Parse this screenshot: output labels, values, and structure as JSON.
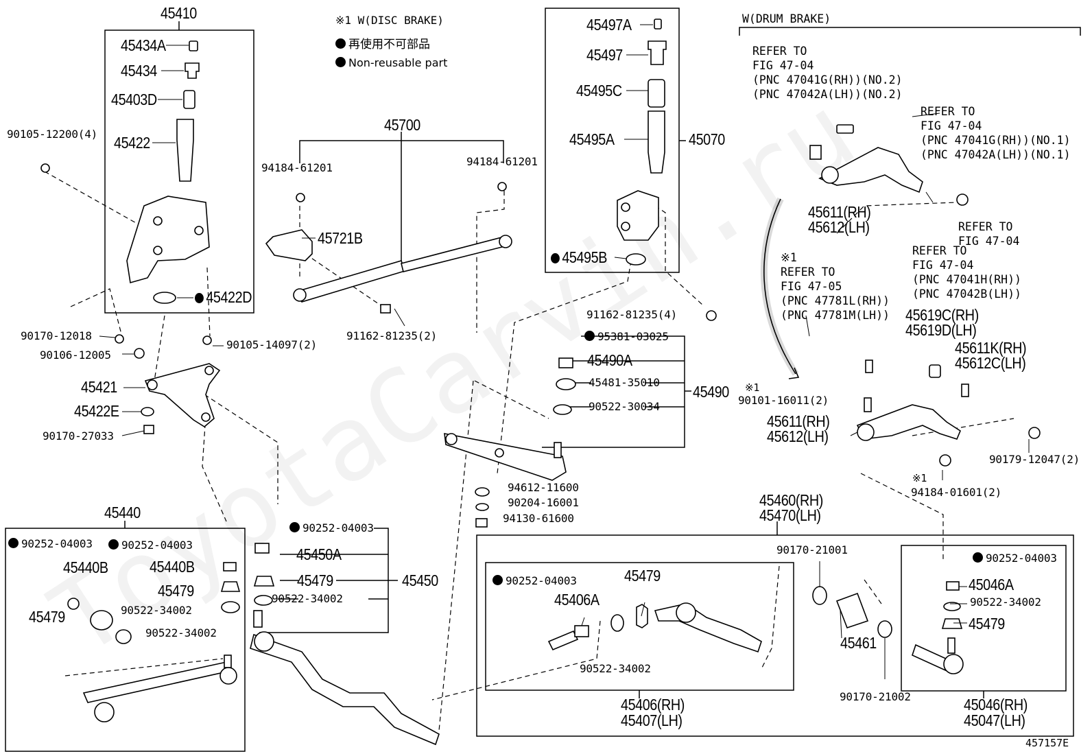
{
  "legend": {
    "disc_note": "※1 W(DISC BRAKE)",
    "nonreusable_jp": "再使用不可部品",
    "nonreusable_en": "Non-reusable part"
  },
  "drum_note": "W(DRUM BRAKE)",
  "watermark": "ToyotaCarvin.ru",
  "figure_id": "457157E",
  "refs": {
    "ref1": "REFER TO\nFIG 47-04\n(PNC 47041G(RH))(NO.2)\n(PNC 47042A(LH))(NO.2)",
    "ref2": "REFER TO\nFIG 47-04\n(PNC 47041G(RH))(NO.1)\n(PNC 47042A(LH))(NO.1)",
    "ref3": "REFER TO\nFIG 47-04",
    "ref4": "REFER TO\nFIG 47-04\n(PNC 47041H(RH))\n(PNC 47042B(LH))",
    "ref5": "※1\nREFER TO\nFIG 47-05\n(PNC 47781L(RH))\n(PNC 47781M(LH))"
  },
  "labels": {
    "p45410": "45410",
    "p45434A": "45434A",
    "p45434": "45434",
    "p45403D": "45403D",
    "p45422": "45422",
    "p90105_12200": "90105-12200(4)",
    "p45422D": "45422D",
    "p90170_12018": "90170-12018",
    "p90106_12005": "90106-12005",
    "p90105_14097": "90105-14097(2)",
    "p45421": "45421",
    "p45422E": "45422E",
    "p90170_27033": "90170-27033",
    "p45700": "45700",
    "p94184_61201a": "94184-61201",
    "p94184_61201b": "94184-61201",
    "p45721B": "45721B",
    "p91162_81235_2": "91162-81235(2)",
    "p45497A": "45497A",
    "p45497": "45497",
    "p45495C": "45495C",
    "p45495A": "45495A",
    "p45070": "45070",
    "p45495B": "45495B",
    "p91162_81235_4": "91162-81235(4)",
    "p95381_03025": "95381-03025",
    "p45490A": "45490A",
    "p45481_35010": "45481-35010",
    "p90522_30034": "90522-30034",
    "p45490": "45490",
    "p94612_11600": "94612-11600",
    "p90204_16001": "90204-16001",
    "p94130_61600": "94130-61600",
    "p45440": "45440",
    "p90252_04003a": "90252-04003",
    "p90252_04003b": "90252-04003",
    "p45440B_a": "45440B",
    "p45440B_b": "45440B",
    "p45479_a": "45479",
    "p45479_b": "45479",
    "p90522_34002a": "90522-34002",
    "p90522_34002b": "90522-34002",
    "p90252_04003c": "90252-04003",
    "p45450A": "45450A",
    "p45479_c": "45479",
    "p45450": "45450",
    "p90522_34002c": "90522-34002",
    "p45460": "45460(RH)",
    "p45470": "45470(LH)",
    "p90252_04003d": "90252-04003",
    "p45479_d": "45479",
    "p45406A": "45406A",
    "p90522_34002d": "90522-34002",
    "p45406": "45406(RH)",
    "p45407": "45407(LH)",
    "p90170_21001": "90170-21001",
    "p45461": "45461",
    "p90170_21002": "90170-21002",
    "p90252_04003e": "90252-04003",
    "p45046A": "45046A",
    "p90522_34002e": "90522-34002",
    "p45479_e": "45479",
    "p45046": "45046(RH)",
    "p45047": "45047(LH)",
    "p45611_a": "45611(RH)",
    "p45612_a": "45612(LH)",
    "p45619C": "45619C(RH)",
    "p45619D": "45619D(LH)",
    "p45611K": "45611K(RH)",
    "p45612C": "45612C(LH)",
    "p90101_16011": "90101-16011(2)",
    "p45611_b": "45611(RH)",
    "p45612_b": "45612(LH)",
    "p90179_12047": "90179-12047(2)",
    "p94184_01601": "94184-01601(2)",
    "mark1": "※1",
    "mark2": "※1"
  }
}
